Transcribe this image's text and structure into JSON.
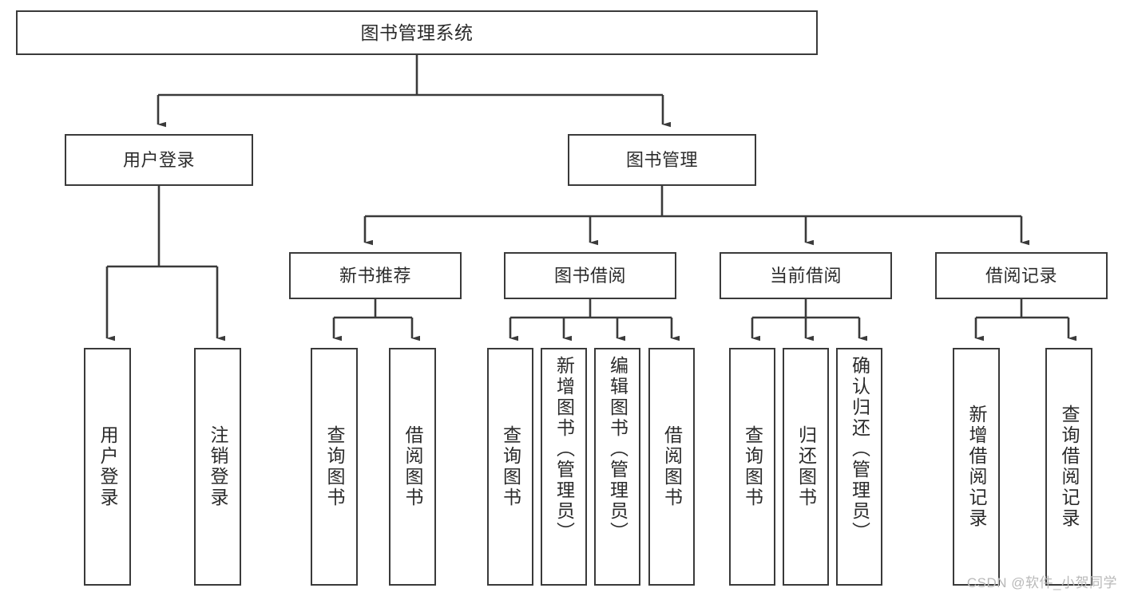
{
  "diagram": {
    "title": "图书管理系统",
    "type": "tree-hierarchy-diagram",
    "colors": {
      "box_border": "#3a3a3a",
      "box_fill": "#ffffff",
      "connector": "#3a3a3a",
      "text": "#2b2b2b",
      "watermark": "#b9b9b9",
      "background": "#ffffff"
    }
  },
  "watermark": {
    "text": "CSDN @软件_小贺同学"
  },
  "nodes": {
    "root": {
      "label": "图书管理系统"
    },
    "level2": [
      {
        "label": "用户登录"
      },
      {
        "label": "图书管理"
      }
    ],
    "level3": [
      {
        "label": "新书推荐"
      },
      {
        "label": "图书借阅"
      },
      {
        "label": "当前借阅"
      },
      {
        "label": "借阅记录"
      }
    ],
    "leaves": {
      "user_login": [
        {
          "label": "用户登录"
        },
        {
          "label": "注销登录"
        }
      ],
      "new_book_recommend": [
        {
          "label": "查询图书"
        },
        {
          "label": "借阅图书"
        }
      ],
      "book_borrow": [
        {
          "label": "查询图书"
        },
        {
          "label": "新增图书（管理员）"
        },
        {
          "label": "编辑图书（管理员）"
        },
        {
          "label": "借阅图书"
        }
      ],
      "current_borrow": [
        {
          "label": "查询图书"
        },
        {
          "label": "归还图书"
        },
        {
          "label": "确认归还（管理员）"
        }
      ],
      "borrow_record": [
        {
          "label": "新增借阅记录"
        },
        {
          "label": "查询借阅记录"
        }
      ]
    }
  }
}
